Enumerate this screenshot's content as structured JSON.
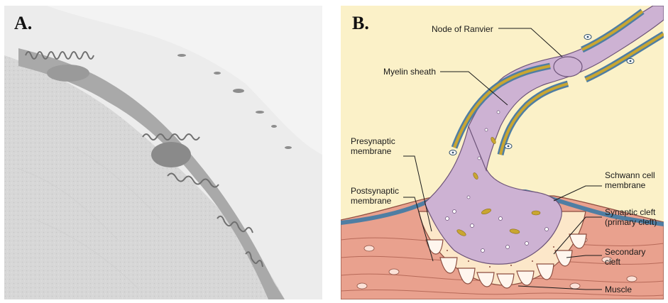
{
  "panels": {
    "a": {
      "label": "A."
    },
    "b": {
      "label": "B."
    }
  },
  "labels": {
    "node_of_ranvier": "Node of Ranvier",
    "myelin_sheath": "Myelin sheath",
    "presynaptic": [
      "Presynaptic",
      "membrane"
    ],
    "postsynaptic": [
      "Postsynaptic",
      "membrane"
    ],
    "schwann": [
      "Schwann cell",
      "membrane"
    ],
    "synaptic_cleft": [
      "Synaptic cleft",
      "(primary cleft)"
    ],
    "secondary_cleft": [
      "Secondary",
      "cleft"
    ],
    "muscle": "Muscle"
  },
  "colors": {
    "myelin_blue": "#4f7ea3",
    "myelin_gold": "#c9a631",
    "axon_purple": "#cdb2d3",
    "muscle_pink": "#e9a18e",
    "background_cream": "#fbf1c8"
  }
}
